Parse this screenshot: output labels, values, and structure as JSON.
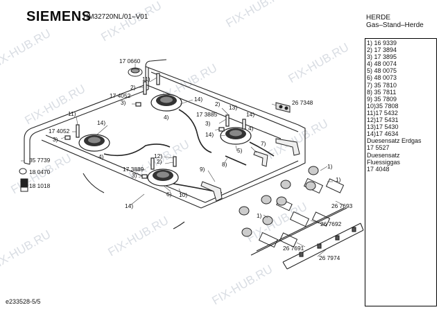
{
  "header": {
    "brand": "SIEMENS",
    "model": "HM32720NL/01–V01",
    "category": "HERDE",
    "subcategory": "Gas–Stand–Herde"
  },
  "parts_list": [
    "1) 16 9339",
    "2) 17 3894",
    "3) 17 3895",
    "4) 48 0074",
    "5) 48 0075",
    "6) 48 0073",
    "7) 35 7810",
    "8) 35 7811",
    "9) 35 7809",
    "10)35 7808",
    "11)17 5432",
    "12)17 5431",
    "13)17 5430",
    "14)17 4634",
    "Duesensatz Erdgas",
    "17 5527",
    "Duesensatz",
    "Fluessiggas",
    "17 4048"
  ],
  "watermark": "FIX-HUB.RU",
  "diagram_labels": {
    "l170660": "17 0660",
    "l11a": "11)",
    "l2a": "2)",
    "l174052a": "17 4052",
    "l3a": "3)",
    "l14a": "14)",
    "l11b": "11)",
    "l174052b": "17 4052",
    "l14b": "14)",
    "l3b": "3)",
    "l4a": "4)",
    "l173885": "17 3885",
    "l2b": "2)",
    "l13": "13)",
    "l3c": "3)",
    "l267348": "26 7348",
    "l14c": "14)",
    "l14d": "14)",
    "l4b": "4)",
    "l4c": "4)",
    "l7": "7)",
    "l5": "5)",
    "l8": "8)",
    "l357739": "35 7739",
    "l180470": "18 0470",
    "l181018": "18 1018",
    "l173889": "17 3889",
    "l2c": "2)",
    "l12": "12)",
    "l3d": "3)",
    "l9": "9)",
    "l6": "6)",
    "l10": "10)",
    "l14e": "14)",
    "l1a": "1)",
    "l1b": "1)",
    "l1c": "1)",
    "l267693": "26 7693",
    "l267692": "26 7692",
    "l267691": "26 7691",
    "l267974": "26 7974"
  },
  "doc_ref": "e233528-5/5"
}
